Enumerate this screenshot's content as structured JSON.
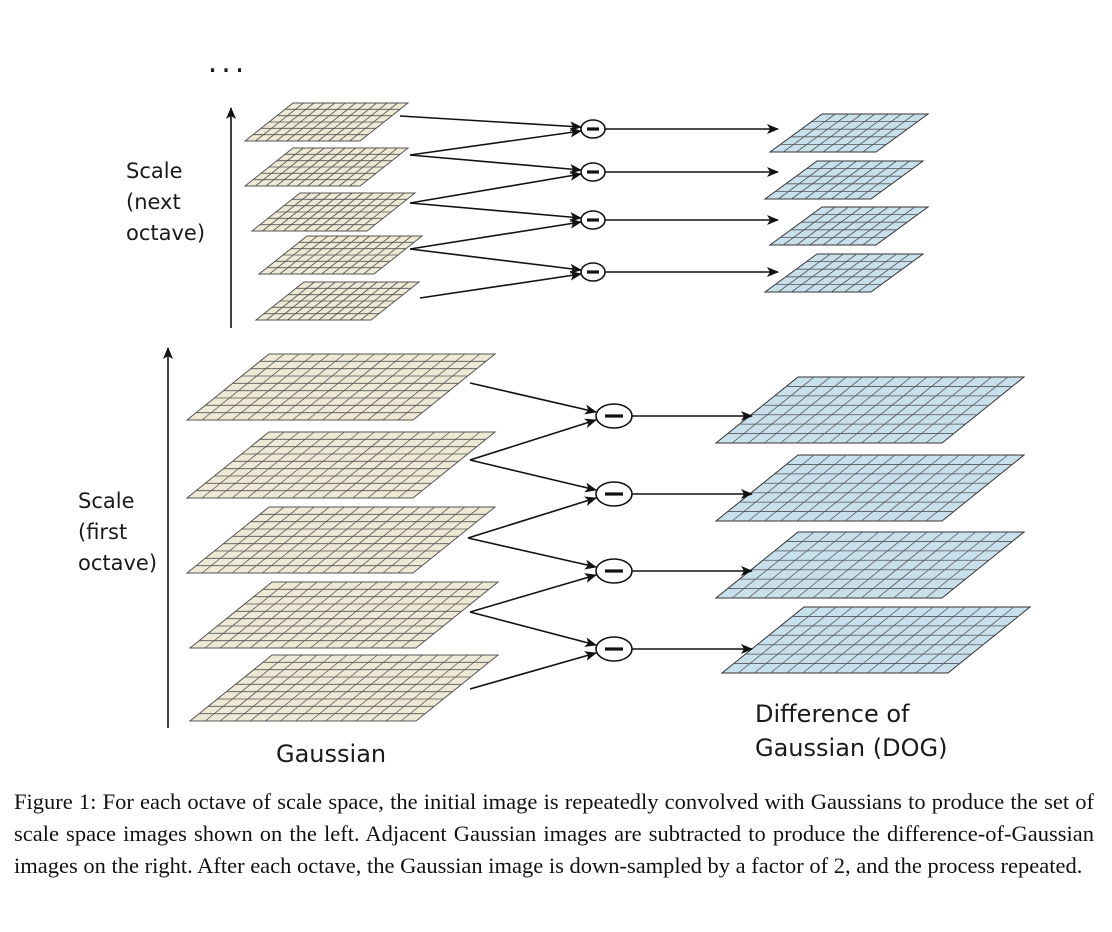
{
  "figure": {
    "ellipsis": "...",
    "labels": {
      "next_octave": [
        "Scale",
        "(next",
        "octave)"
      ],
      "first_octave": [
        "Scale",
        "(first",
        "octave)"
      ],
      "gaussian": "Gaussian",
      "dog": [
        "Difference of",
        "Gaussian (DOG)"
      ],
      "minus": "−"
    },
    "colors": {
      "gaussian_fill": "#ede9d5",
      "dog_fill": "#c8e0ec"
    },
    "caption": "Figure 1: For each octave of scale space, the initial image is repeatedly convolved with Gaussians to produce the set of scale space images shown on the left. Adjacent Gaussian images are subtracted to produce the difference-of-Gaussian images on the right. After each octave, the Gaussian image is down-sampled by a factor of 2, and the process repeated."
  }
}
